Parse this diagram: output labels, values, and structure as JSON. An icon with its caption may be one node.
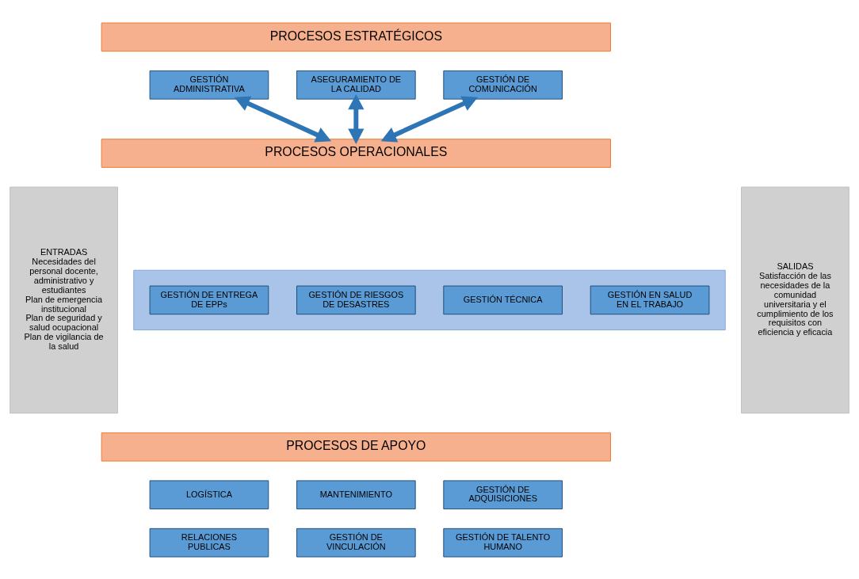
{
  "diagram": {
    "nodes": [
      {
        "text": [
          "ENTRADAS",
          "Necesidades del personal docente, administrativo y estudiantes",
          "Plan de emergencia institucional",
          "Plan de seguridad y salud ocupacional",
          "Plan de vigilancia de la salud"
        ]
      },
      {
        "text": [
          "PROCESOS ESTRATÉGICOS"
        ]
      },
      {
        "text": [
          "GESTIÓN ADMINISTRATIVA"
        ]
      },
      {
        "text": [
          "ASEGURAMIENTO DE LA CALIDAD"
        ]
      },
      {
        "text": [
          "GESTIÓN DE COMUNICACIÓN"
        ]
      },
      {
        "text": [
          "PROCESOS OPERACIONALES"
        ]
      },
      {
        "text": [],
        "shape": "box"
      },
      {
        "text": [
          "GESTIÓN DE ENTREGA DE EPPs"
        ],
        "in": 6
      },
      {
        "text": [
          "GESTIÓN DE RIESGOS DE DESASTRES"
        ],
        "in": 6
      },
      {
        "text": [
          "GESTIÓN TÉCNICA"
        ],
        "in": 6
      },
      {
        "text": [
          "GESTIÓN EN SALUD EN EL TRABAJO"
        ],
        "in": 6
      },
      {
        "text": [
          "PROCESOS DE APOYO"
        ]
      },
      {
        "text": [
          "LOGÍSTICA"
        ]
      },
      {
        "text": [
          "MANTENIMIENTO"
        ]
      },
      {
        "text": [
          "GESTIÓN DE ADQUISICIONES"
        ]
      },
      {
        "text": [
          "RELACIONES PUBLICAS"
        ]
      },
      {
        "text": [
          "GESTIÓN DE VINCULACIÓN"
        ]
      },
      {
        "text": [
          "GESTIÓN DE TALENTO HUMANO"
        ]
      },
      {
        "text": [
          "SALIDAS",
          "Satisfacción de las necesidades de la comunidad universitaria y el cumplimiento de los requisitos con eficiencia y eficacia"
        ]
      }
    ],
    "edges": [
      {
        "from": 2,
        "to": 5,
        "arrow": "both"
      },
      {
        "from": 3,
        "to": 5,
        "arrow": "both"
      },
      {
        "from": 4,
        "to": 5,
        "arrow": "both"
      }
    ]
  }
}
